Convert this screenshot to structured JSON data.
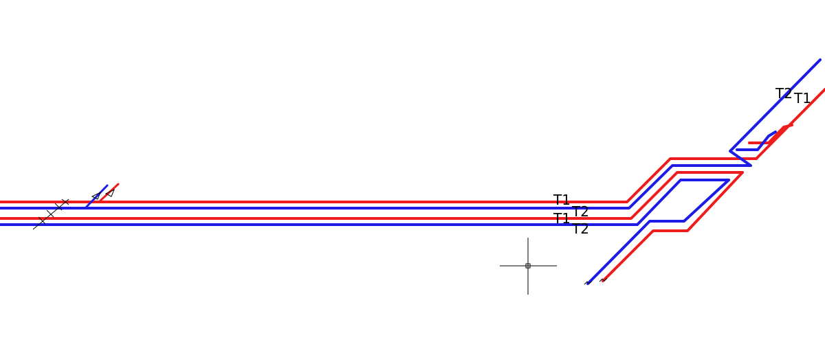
{
  "colors": {
    "supply": "#ee1c1c",
    "return": "#1c1ce6",
    "background": "#ffffff",
    "annotation": "#000000"
  },
  "labels": {
    "upper_t1": "T1",
    "upper_t2": "T2",
    "lower_t1": "T1",
    "lower_t2": "T2",
    "top_t2": "T2",
    "top_t1": "T1"
  },
  "icons": {
    "cursor": "crosshair-cursor-icon",
    "pipe_end_markers": "pipe-break-icon"
  }
}
